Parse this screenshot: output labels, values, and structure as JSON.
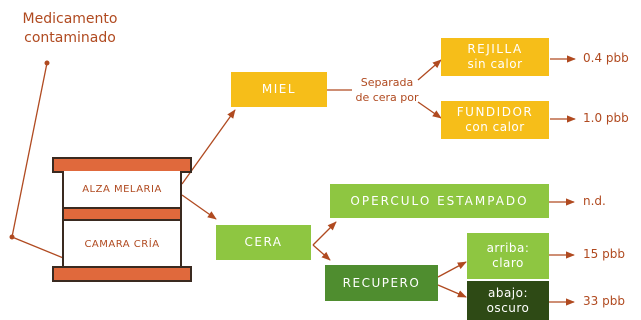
{
  "source": {
    "line1": "Medicamento",
    "line2": "contaminado"
  },
  "hive": {
    "alza": "ALZA MELARIA",
    "camara": "CAMARA CRÍA"
  },
  "miel": {
    "label": "MIEL",
    "method_line1": "Separada",
    "method_line2": "de cera por"
  },
  "rejilla": {
    "line1": "REJILLA",
    "line2": "sin calor",
    "value": "0.4 pbb"
  },
  "fundidor": {
    "line1": "FUNDIDOR",
    "line2": "con calor",
    "value": "1.0 pbb"
  },
  "cera": {
    "label": "CERA"
  },
  "operculo": {
    "label": "OPERCULO ESTAMPADO",
    "value": "n.d."
  },
  "recupero": {
    "label": "RECUPERO"
  },
  "arriba": {
    "line1": "arriba:",
    "line2": "claro",
    "value": "15 pbb"
  },
  "abajo": {
    "line1": "abajo:",
    "line2": "oscuro",
    "value": "33 pbb"
  },
  "colors": {
    "arrow": "#b04a20",
    "yellow": "#f6be19",
    "light_green": "#8ec641",
    "green": "#4f8d2f",
    "dark_green": "#2e4a15",
    "hive": "#e0693c"
  }
}
